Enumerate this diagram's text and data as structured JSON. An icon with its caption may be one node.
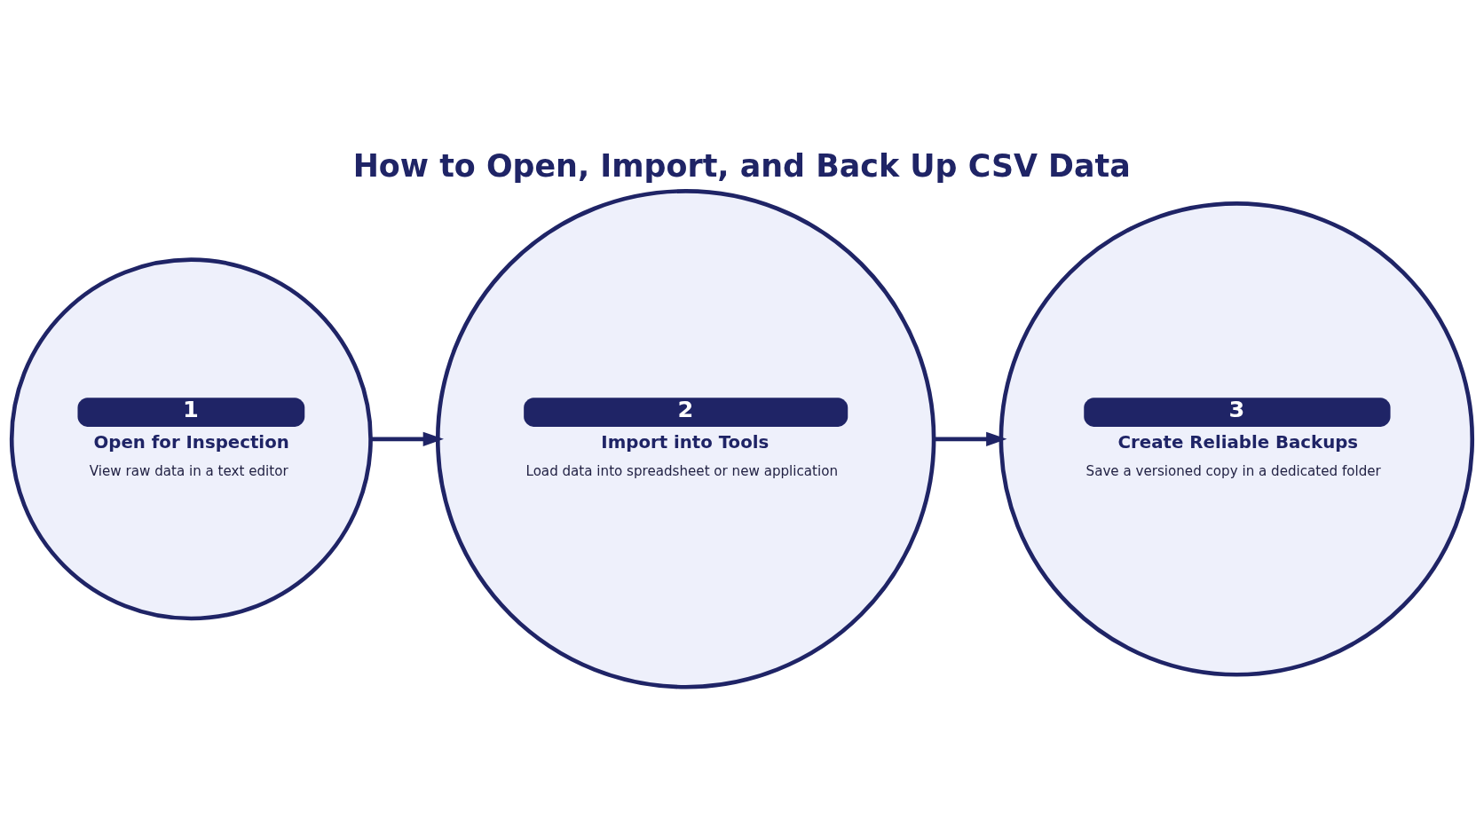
{
  "diagram": {
    "title": "How to Open, Import, and Back Up CSV Data",
    "nodes": [
      {
        "text": [
          "1",
          "Open for Inspection",
          "View raw data in a text editor"
        ]
      },
      {
        "text": [
          "2",
          "Import into Tools",
          "Load data into spreadsheet or new application"
        ]
      },
      {
        "text": [
          "3",
          "Create Reliable Backups",
          "Save a versioned copy in a dedicated folder"
        ]
      }
    ],
    "edges": [
      {
        "from": 0,
        "to": 1,
        "arrow": "to"
      },
      {
        "from": 1,
        "to": 2,
        "arrow": "to"
      }
    ]
  }
}
